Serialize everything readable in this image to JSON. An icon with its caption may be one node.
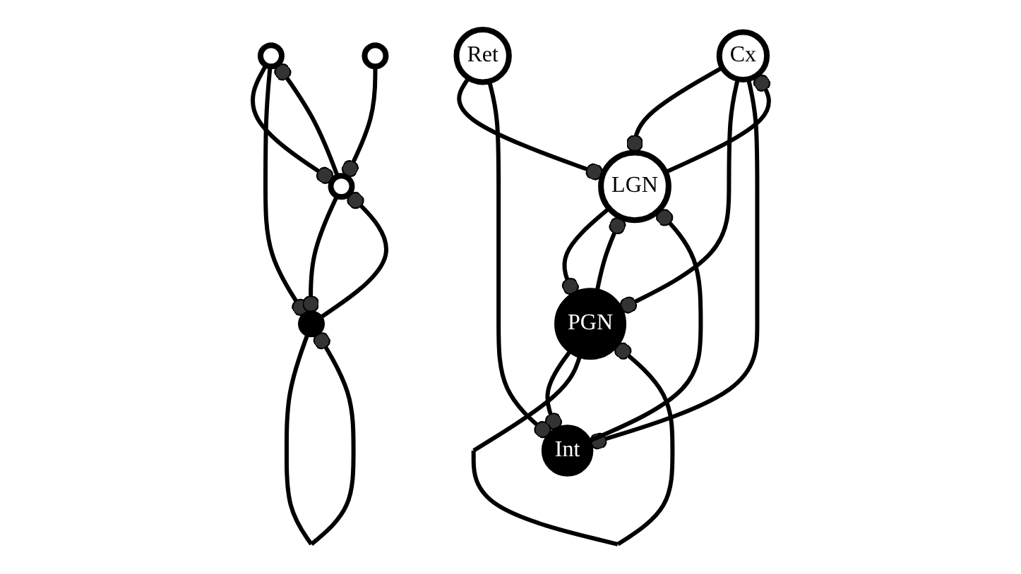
{
  "diagram": {
    "nodes": [
      {
        "text": [],
        "shape": "circle"
      },
      {
        "text": [],
        "shape": "circle"
      },
      {
        "text": [],
        "shape": "circle"
      },
      {
        "text": [],
        "shape": "circle"
      },
      {
        "text": [
          "Cx"
        ]
      },
      {
        "text": [
          "PGN"
        ]
      },
      {
        "text": [
          "LGN"
        ]
      },
      {
        "text": [
          "Int"
        ]
      },
      {
        "text": [
          "Ret"
        ]
      }
    ],
    "edges": [
      {
        "from": 2,
        "to": 0,
        "arrow": "other"
      },
      {
        "from": 0,
        "to": 2,
        "arrow": "other"
      },
      {
        "from": 0,
        "to": 1,
        "arrow": "other"
      },
      {
        "from": 2,
        "to": 1,
        "arrow": "other"
      },
      {
        "from": 1,
        "to": 2,
        "arrow": "other"
      },
      {
        "from": 1,
        "to": 1,
        "arrow": "other"
      },
      {
        "from": 3,
        "to": 2,
        "arrow": "other"
      },
      {
        "from": 6,
        "to": 4,
        "arrow": "other"
      },
      {
        "from": 4,
        "to": 6,
        "arrow": "other"
      },
      {
        "from": 4,
        "to": 5,
        "arrow": "other"
      },
      {
        "from": 4,
        "to": 7,
        "arrow": "other"
      },
      {
        "from": 6,
        "to": 5,
        "arrow": "other"
      },
      {
        "from": 5,
        "to": 6,
        "arrow": "other"
      },
      {
        "from": 7,
        "to": 6,
        "arrow": "other"
      },
      {
        "from": 5,
        "to": 7,
        "arrow": "other"
      },
      {
        "from": 5,
        "to": 5,
        "arrow": "other"
      },
      {
        "from": 8,
        "to": 6,
        "arrow": "other"
      },
      {
        "from": 8,
        "to": 7,
        "arrow": "other"
      }
    ]
  }
}
